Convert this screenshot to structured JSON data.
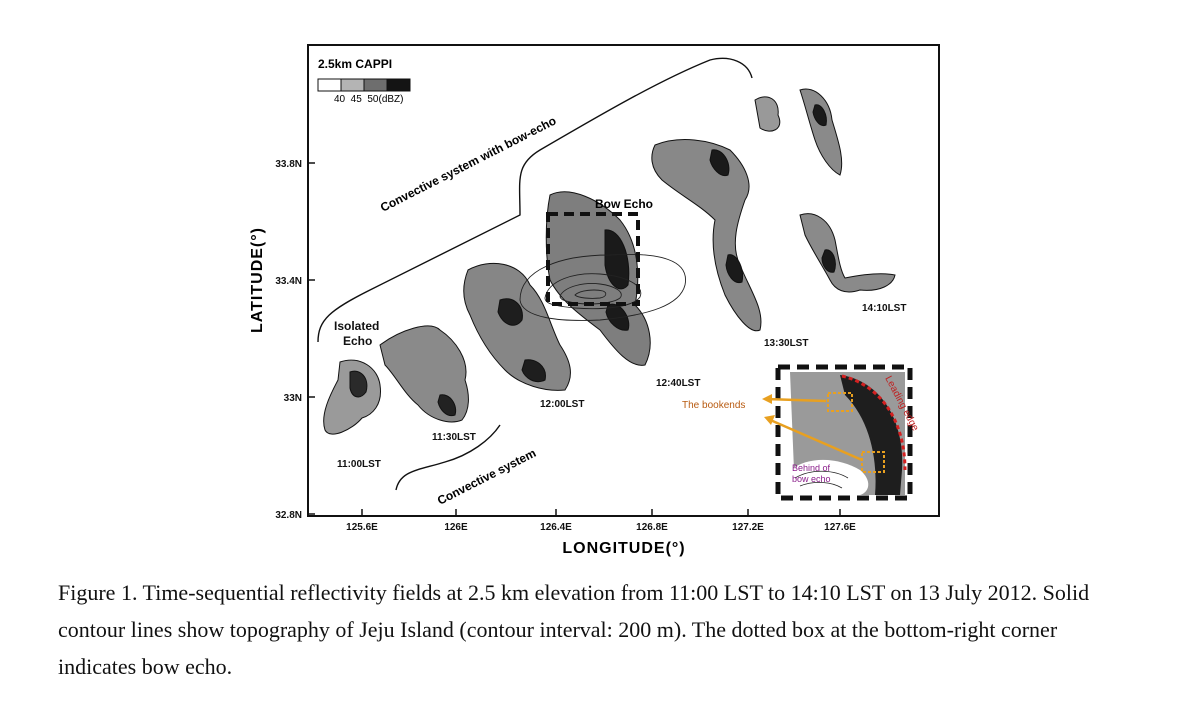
{
  "figure": {
    "legend": {
      "title": "2.5km CAPPI",
      "scale_labels": "40  45  50(dBZ)",
      "colors": [
        "#ffffff",
        "#b4b4b4",
        "#6e6e6e",
        "#141414"
      ]
    },
    "axes": {
      "xlabel": "LONGITUDE(°)",
      "ylabel": "LATITUDE(°)",
      "x_ticks": [
        "125.6E",
        "126E",
        "126.4E",
        "126.8E",
        "127.2E",
        "127.6E"
      ],
      "y_ticks": [
        "33.8N",
        "33.4N",
        "33N",
        "32.8N"
      ]
    },
    "labels": {
      "bow_echo": "Bow Echo",
      "isolated_echo_line1": "Isolated",
      "isolated_echo_line2": "Echo",
      "convective_bow": "Convective system with bow-echo",
      "convective": "Convective system",
      "times": [
        "11:00LST",
        "11:30LST",
        "12:00LST",
        "12:40LST",
        "13:30LST",
        "14:10LST"
      ]
    },
    "inset": {
      "bookends": "The bookends",
      "leading_edge": "Leading edge",
      "behind_line1": "Behind of",
      "behind_line2": "bow echo"
    }
  },
  "caption": "Figure 1. Time-sequential reflectivity fields at 2.5 km elevation from 11:00 LST to 14:10 LST on 13 July 2012. Solid contour lines show topography of Jeju Island (contour interval: 200 m). The dotted box at the bottom-right corner indicates bow echo."
}
